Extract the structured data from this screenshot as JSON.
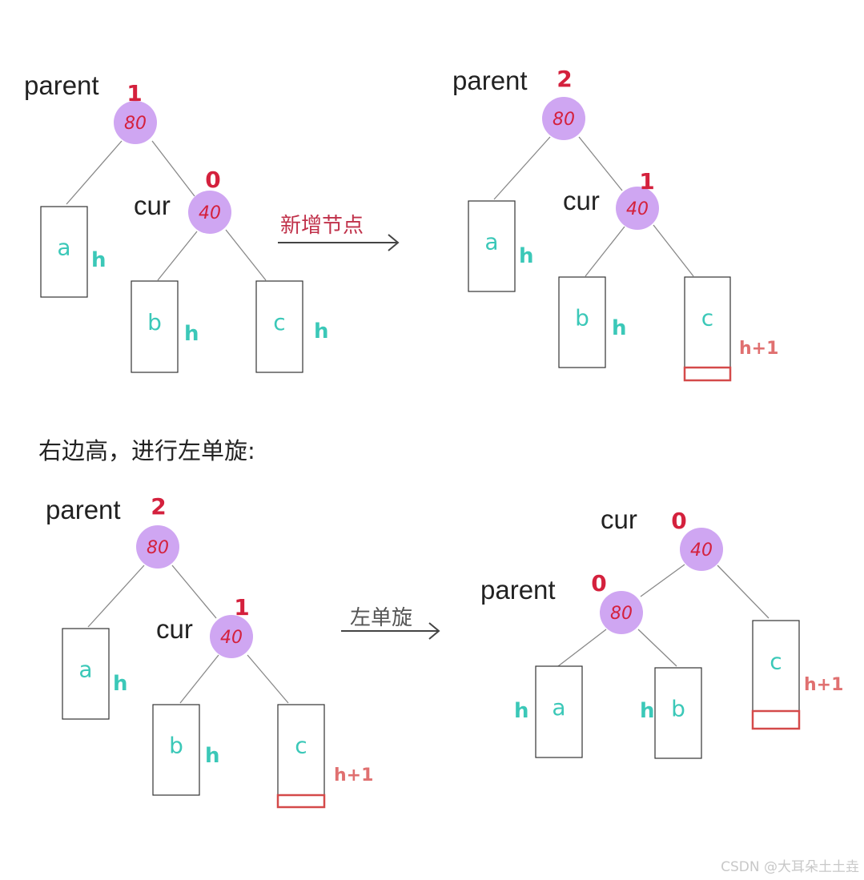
{
  "colors": {
    "node_fill": "#cfa6f2",
    "number": "#d4213d",
    "teal": "#3bc8b8",
    "line": "#888888",
    "red_bar": "#d44a4a"
  },
  "panels": [
    {
      "parent_label": "parent",
      "cur_label": "cur",
      "parent_value": "80",
      "parent_bf": "1",
      "cur_value": "40",
      "cur_bf": "0",
      "boxes": [
        {
          "letter": "a",
          "height": "h"
        },
        {
          "letter": "b",
          "height": "h"
        },
        {
          "letter": "c",
          "height": "h"
        }
      ]
    },
    {
      "parent_label": "parent",
      "cur_label": "cur",
      "parent_value": "80",
      "parent_bf": "2",
      "cur_value": "40",
      "cur_bf": "1",
      "boxes": [
        {
          "letter": "a",
          "height": "h"
        },
        {
          "letter": "b",
          "height": "h"
        },
        {
          "letter": "c",
          "height": "h+1"
        }
      ]
    },
    {
      "parent_label": "parent",
      "cur_label": "cur",
      "parent_value": "80",
      "parent_bf": "2",
      "cur_value": "40",
      "cur_bf": "1",
      "boxes": [
        {
          "letter": "a",
          "height": "h"
        },
        {
          "letter": "b",
          "height": "h"
        },
        {
          "letter": "c",
          "height": "h+1"
        }
      ]
    },
    {
      "parent_label": "parent",
      "cur_label": "cur",
      "parent_value": "80",
      "parent_bf": "0",
      "cur_value": "40",
      "cur_bf": "0",
      "boxes": [
        {
          "letter": "a",
          "height": "h"
        },
        {
          "letter": "b",
          "height": "h"
        },
        {
          "letter": "c",
          "height": "h+1"
        }
      ]
    }
  ],
  "arrows": [
    {
      "label": "新增节点"
    },
    {
      "label": "左单旋"
    }
  ],
  "caption": "右边高，进行左单旋:",
  "watermark": "CSDN @大耳朵土土垚"
}
